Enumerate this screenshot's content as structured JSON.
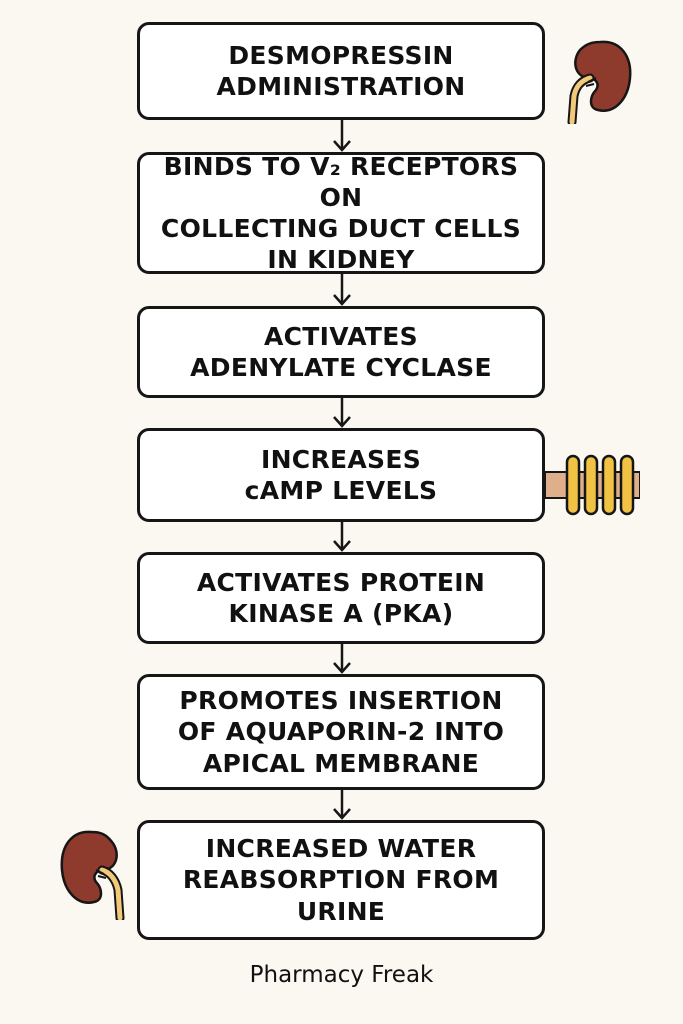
{
  "steps": [
    {
      "lines": [
        "DESMOPRESSIN",
        "ADMINISTRATION"
      ]
    },
    {
      "lines": [
        "BINDS TO V₂ RECEPTORS ON",
        "COLLECTING DUCT CELLS",
        "IN KIDNEY"
      ]
    },
    {
      "lines": [
        "ACTIVATES",
        "ADENYLATE CYCLASE"
      ]
    },
    {
      "lines": [
        "INCREASES",
        "cAMP LEVELS"
      ]
    },
    {
      "lines": [
        "ACTIVATES PROTEIN",
        "KINASE A (PKA)"
      ]
    },
    {
      "lines": [
        "PROMOTES INSERTION",
        "OF AQUAPORIN-2 INTO",
        "APICAL MEMBRANE"
      ]
    },
    {
      "lines": [
        "INCREASED WATER",
        "REABSORPTION FROM",
        "URINE"
      ]
    }
  ],
  "footer": "Pharmacy Freak",
  "icons": {
    "top_right": "kidney-icon",
    "middle_right": "receptor-channel-icon",
    "bottom_left": "kidney-icon"
  },
  "colors": {
    "box_border": "#161616",
    "kidney": "#8e3a2c",
    "ureter": "#f1c978",
    "membrane": "#dfae8b",
    "channel": "#f2c244"
  }
}
